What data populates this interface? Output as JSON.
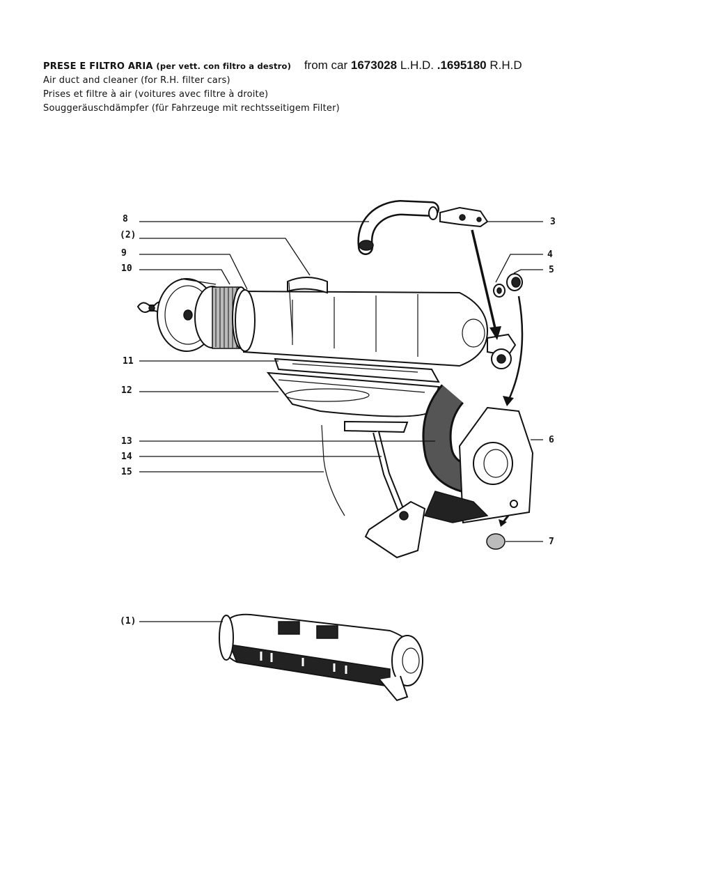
{
  "header": {
    "title_main": "PRESE E FILTRO ARIA",
    "title_paren": "(per vett. con filtro a destro)",
    "stamp_prefix": "from car",
    "stamp_lhd_num": "1673028",
    "stamp_lhd": "L.H.D.",
    "stamp_rhd_num": ".1695180",
    "stamp_rhd": "R.H.D",
    "line_en": "Air duct and cleaner (for R.H. filter cars)",
    "line_fr": "Prises et filtre à air (voitures avec filtre à droite)",
    "line_de": "Souggeräuschdämpfer (für Fahrzeuge mit rechtsseitigem Filter)"
  },
  "callouts": {
    "c8": "8",
    "c2": "(2)",
    "c9": "9",
    "c10": "10",
    "c11": "11",
    "c12": "12",
    "c13": "13",
    "c14": "14",
    "c15": "15",
    "c3": "3",
    "c4": "4",
    "c5": "5",
    "c6": "6",
    "c7": "7",
    "c1": "(1)"
  }
}
